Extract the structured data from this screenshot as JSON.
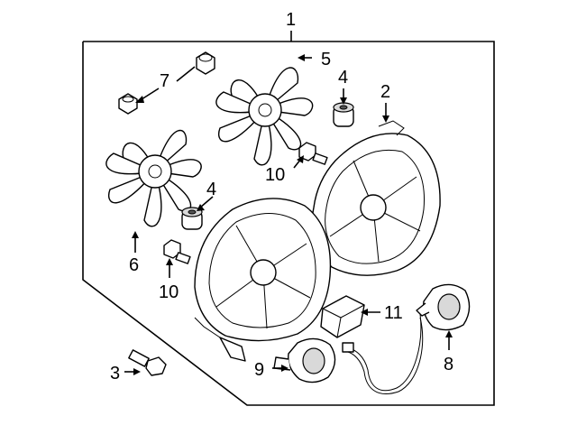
{
  "diagram": {
    "callouts": {
      "c1": "1",
      "c2": "2",
      "c3": "3",
      "c4a": "4",
      "c4b": "4",
      "c5": "5",
      "c6": "6",
      "c7": "7",
      "c8": "8",
      "c9": "9",
      "c10a": "10",
      "c10b": "10",
      "c11": "11"
    }
  }
}
